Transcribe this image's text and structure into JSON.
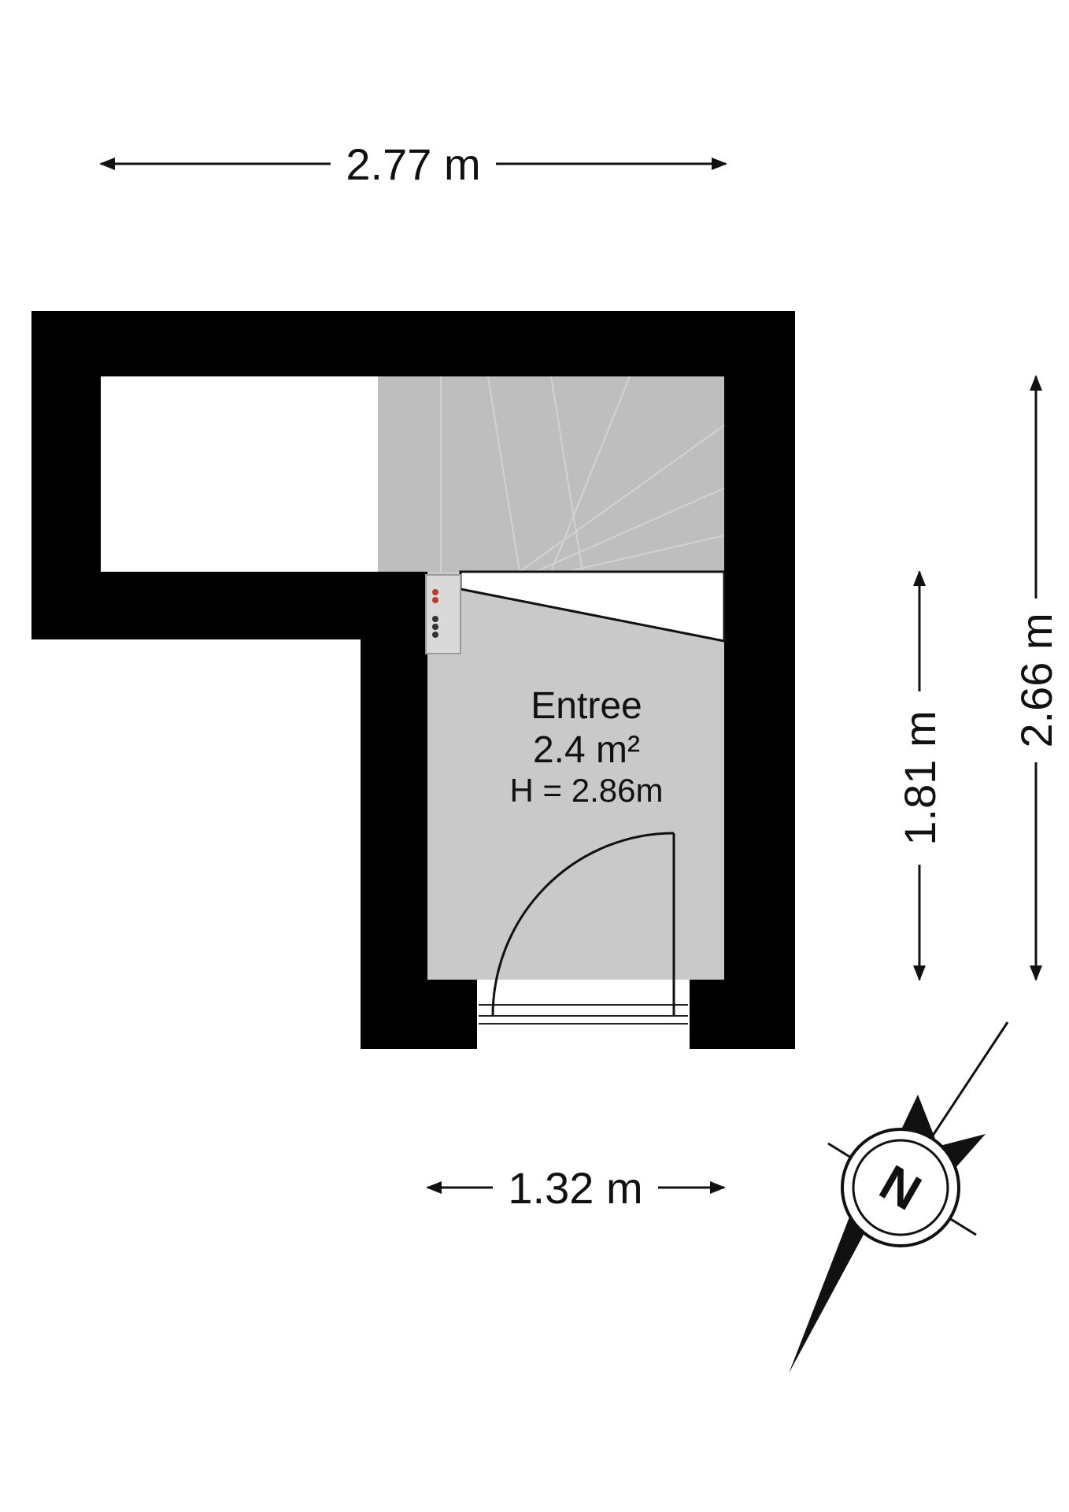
{
  "dimensions": {
    "top_width": "2.77 m",
    "bottom_width": "1.32 m",
    "inner_height": "1.81 m",
    "outer_height": "2.66 m"
  },
  "room": {
    "name": "Entree",
    "area": "2.4 m²",
    "height": "H = 2.86m"
  },
  "compass": {
    "label": "N"
  },
  "colors": {
    "wall": "#000000",
    "floor": "#c9c9c9",
    "stairs": "#bdbdbd",
    "background": "#ffffff"
  }
}
